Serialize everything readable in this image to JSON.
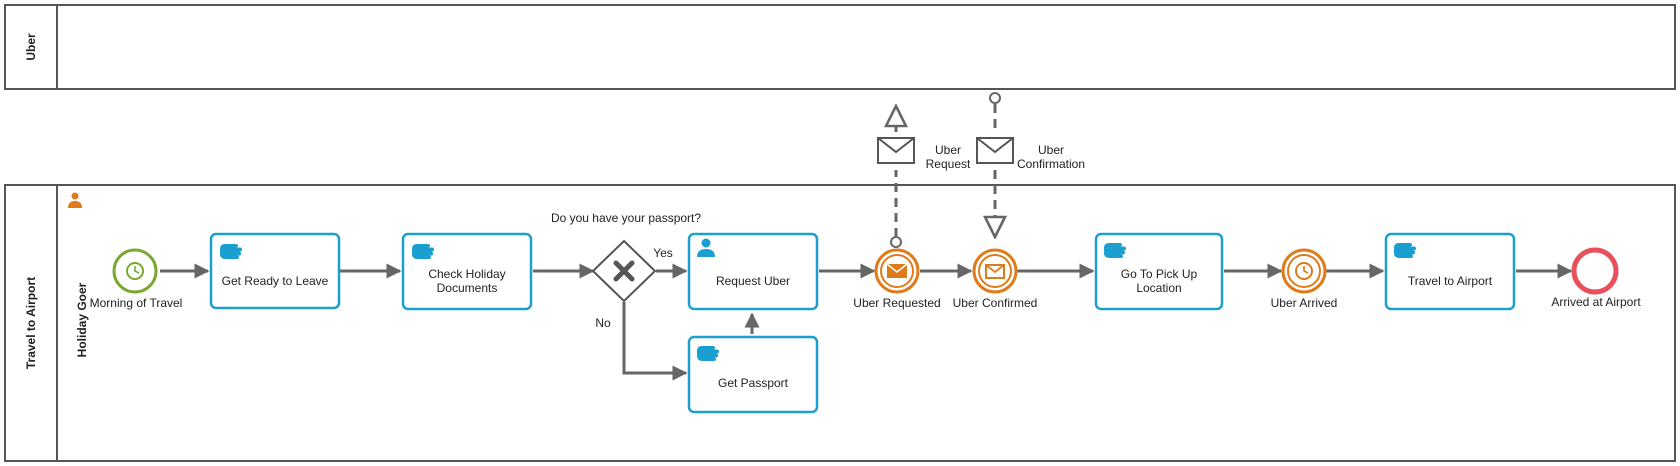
{
  "pools": {
    "uber": {
      "label": "Uber"
    },
    "travel": {
      "label": "Travel to Airport",
      "lane_label": "Holiday Goer"
    }
  },
  "events": {
    "start": {
      "label": "Morning of Travel"
    },
    "uber_requested": {
      "label": "Uber Requested"
    },
    "uber_confirmed": {
      "label": "Uber Confirmed"
    },
    "uber_arrived": {
      "label": "Uber Arrived"
    },
    "end": {
      "label": "Arrived at Airport"
    }
  },
  "tasks": {
    "get_ready": {
      "line1": "Get Ready to Leave",
      "line2": ""
    },
    "check_docs": {
      "line1": "Check Holiday",
      "line2": "Documents"
    },
    "request_uber": {
      "line1": "Request Uber",
      "line2": ""
    },
    "get_passport": {
      "line1": "Get Passport",
      "line2": ""
    },
    "pick_up": {
      "line1": "Go To Pick Up",
      "line2": "Location"
    },
    "travel": {
      "line1": "Travel to Airport",
      "line2": ""
    }
  },
  "gateway": {
    "question": "Do you have your passport?",
    "yes": "Yes",
    "no": "No"
  },
  "messages": {
    "request": {
      "line1": "Uber",
      "line2": "Request"
    },
    "confirmation": {
      "line1": "Uber",
      "line2": "Confirmation"
    }
  },
  "colors": {
    "task_border": "#1a9fd0",
    "start_event": "#7aa832",
    "intermediate_event": "#e07b1a",
    "end_event": "#e8505b",
    "flow": "#666666"
  }
}
